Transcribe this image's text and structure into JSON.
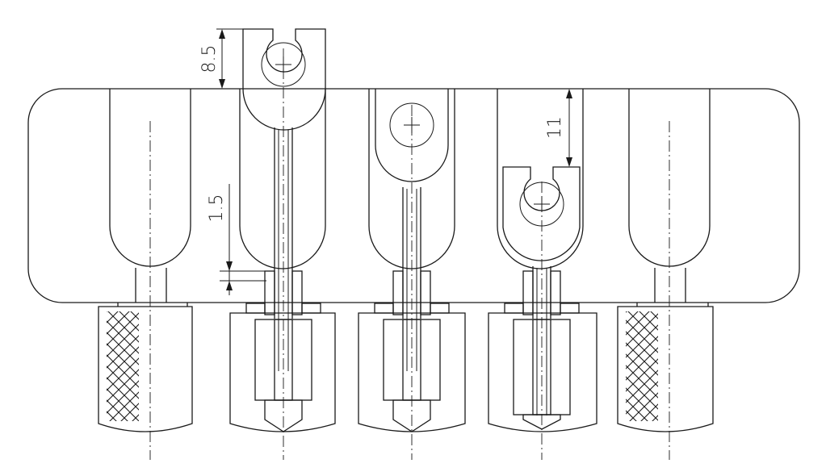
{
  "dimensions": {
    "top_offset": "8.5",
    "gap": "1.5",
    "slot_depth": "11"
  },
  "colors": {
    "line": "#1a1a1a",
    "background": "#ffffff"
  }
}
